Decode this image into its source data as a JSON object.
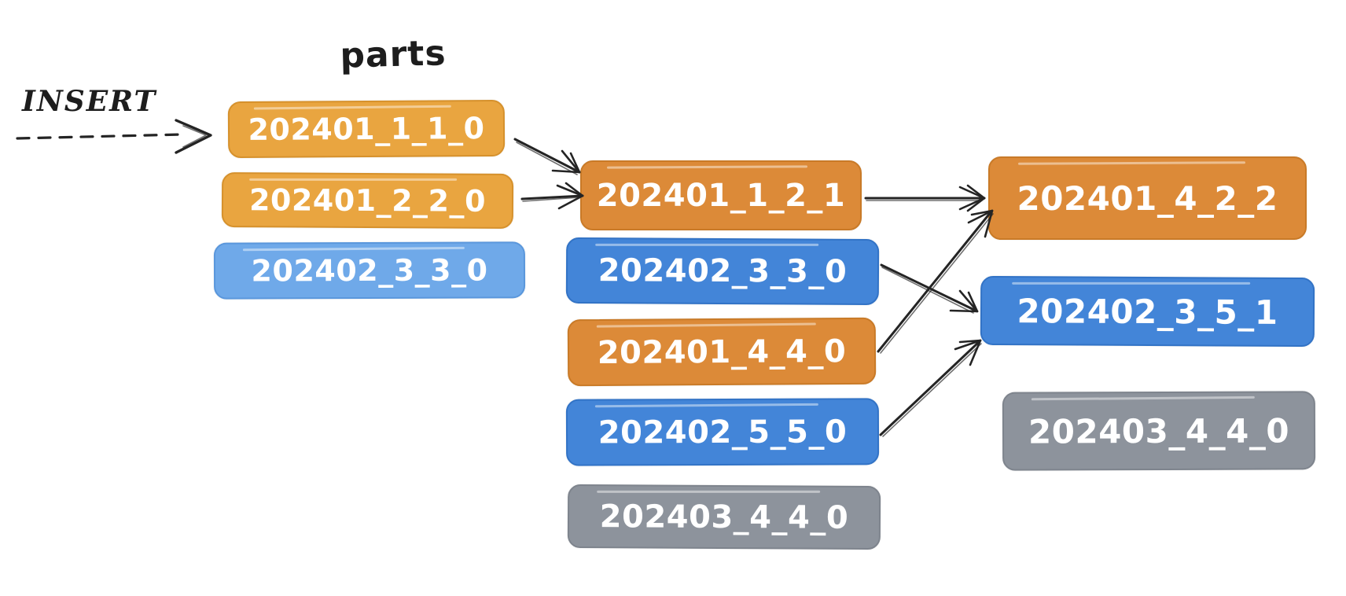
{
  "diagram": {
    "title": "parts",
    "insert": {
      "label": "INSERT"
    },
    "colors": {
      "ink": "#242424",
      "text": "#ffffff",
      "amber": {
        "fill": "#E9A540",
        "border": "#D6912C"
      },
      "light_blue": {
        "fill": "#6FA9E9",
        "border": "#5A97DC"
      },
      "orange": {
        "fill": "#DC8A38",
        "border": "#C97A27"
      },
      "blue": {
        "fill": "#4385D8",
        "border": "#3273C6"
      },
      "gray": {
        "fill": "#8D939C",
        "border": "#7E848D"
      }
    },
    "levels": {
      "parts": [
        {
          "label": "202401_1_1_0",
          "color": "amber"
        },
        {
          "label": "202401_2_2_0",
          "color": "amber"
        },
        {
          "label": "202402_3_3_0",
          "color": "light_blue"
        }
      ],
      "merge1": [
        {
          "label": "202401_1_2_1",
          "color": "orange"
        },
        {
          "label": "202402_3_3_0",
          "color": "blue"
        },
        {
          "label": "202401_4_4_0",
          "color": "orange"
        },
        {
          "label": "202402_5_5_0",
          "color": "blue"
        },
        {
          "label": "202403_4_4_0",
          "color": "gray"
        }
      ],
      "merge2": [
        {
          "label": "202401_4_2_2",
          "color": "orange"
        },
        {
          "label": "202402_3_5_1",
          "color": "blue"
        },
        {
          "label": "202403_4_4_0",
          "color": "gray"
        }
      ]
    },
    "insert_edge": {
      "from": "INSERT",
      "to": "202401_1_1_0",
      "style": "dashed"
    },
    "edges": [
      {
        "from": "202401_1_1_0",
        "to": "202401_1_2_1"
      },
      {
        "from": "202401_2_2_0",
        "to": "202401_1_2_1"
      },
      {
        "from": "202401_1_2_1",
        "to": "202401_4_2_2"
      },
      {
        "from": "202401_4_4_0",
        "to": "202401_4_2_2"
      },
      {
        "from": "202402_3_3_0",
        "to": "202402_3_5_1"
      },
      {
        "from": "202402_5_5_0",
        "to": "202402_3_5_1"
      }
    ]
  }
}
